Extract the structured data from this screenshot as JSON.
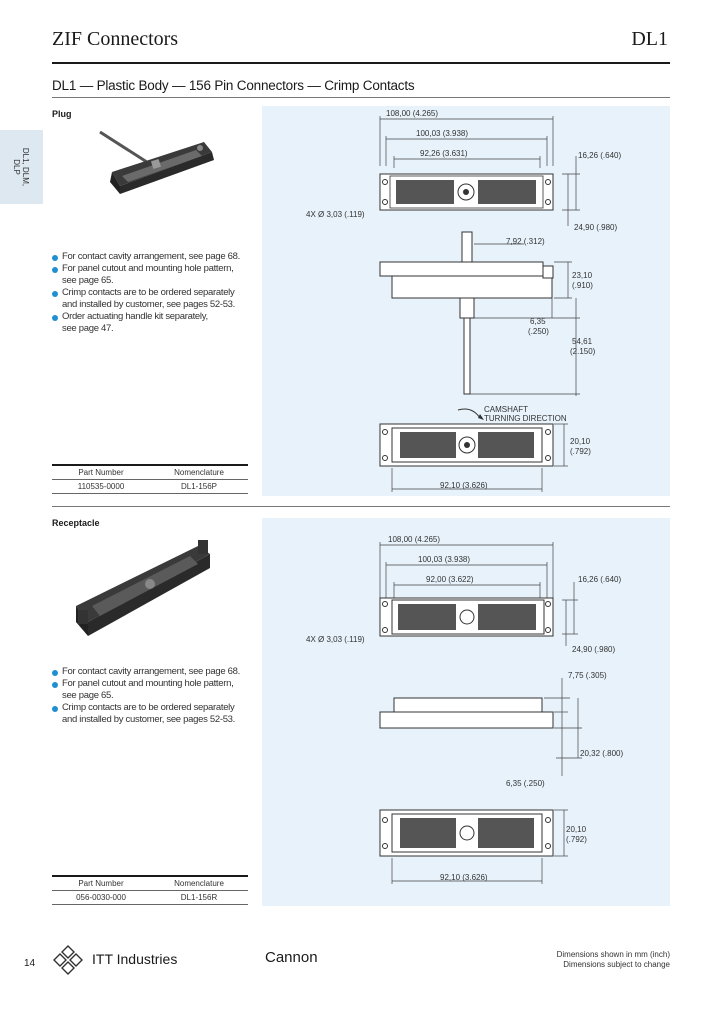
{
  "header": {
    "title": "ZIF Connectors",
    "code": "DL1"
  },
  "subtitle": "DL1 — Plastic Body — 156 Pin Connectors — Crimp Contacts",
  "side_tab": {
    "text": "DL1, DLM,\nDLP"
  },
  "plug": {
    "label": "Plug",
    "bullets": [
      "For contact cavity arrangement, see page 68.",
      "For panel cutout and mounting hole pattern,",
      "see page 65.",
      "Crimp contacts are to be ordered separately",
      "and installed by customer, see pages 52-53.",
      "Order actuating handle kit separately,",
      "see page 47."
    ],
    "table": {
      "headers": [
        "Part Number",
        "Nomenclature"
      ],
      "rows": [
        [
          "110535-0000",
          "DL1-156P"
        ]
      ]
    },
    "dims": {
      "overall": "108,00 (4.265)",
      "mount": "100,03 (3.938)",
      "body": "92,26 (3.631)",
      "height_top": "16,26 (.640)",
      "holes": "4X Ø 3,03 (.119)",
      "depth": "24,90 (.980)",
      "shaft_top": "7,92 (.312)",
      "body_h_1": "23,10",
      "body_h_2": "(.910)",
      "shaft_bot_1": "6,35",
      "shaft_bot_2": "(.250)",
      "total_1": "54,61",
      "total_2": "(2.150)",
      "camshaft_1": "CAMSHAFT",
      "camshaft_2": "TURNING DIRECTION",
      "face_h_1": "20,10",
      "face_h_2": "(.792)",
      "face_w": "92,10 (3.626)"
    }
  },
  "receptacle": {
    "label": "Receptacle",
    "bullets": [
      "For contact cavity arrangement, see page 68.",
      "For panel cutout and mounting hole pattern,",
      "see page 65.",
      "Crimp contacts are to be ordered separately",
      "and installed by customer, see pages 52-53."
    ],
    "table": {
      "headers": [
        "Part Number",
        "Nomenclature"
      ],
      "rows": [
        [
          "056-0030-000",
          "DL1-156R"
        ]
      ]
    },
    "dims": {
      "overall": "108,00 (4.265)",
      "mount": "100,03 (3.938)",
      "body": "92,00 (3.622)",
      "height_top": "16,26 (.640)",
      "holes": "4X Ø 3,03 (.119)",
      "depth": "24,90 (.980)",
      "top": "7,75 (.305)",
      "total": "20,32 (.800)",
      "bottom": "6,35 (.250)",
      "face_h_1": "20,10",
      "face_h_2": "(.792)",
      "face_w": "92,10 (3.626)"
    }
  },
  "footer": {
    "page": "14",
    "company": "ITT Industries",
    "brand": "Cannon",
    "note_1": "Dimensions shown in mm (inch)",
    "note_2": "Dimensions subject to change"
  },
  "colors": {
    "panel": "#e7f2fa",
    "bullet": "#1f8fd0",
    "side_tab": "#dde8f1"
  }
}
